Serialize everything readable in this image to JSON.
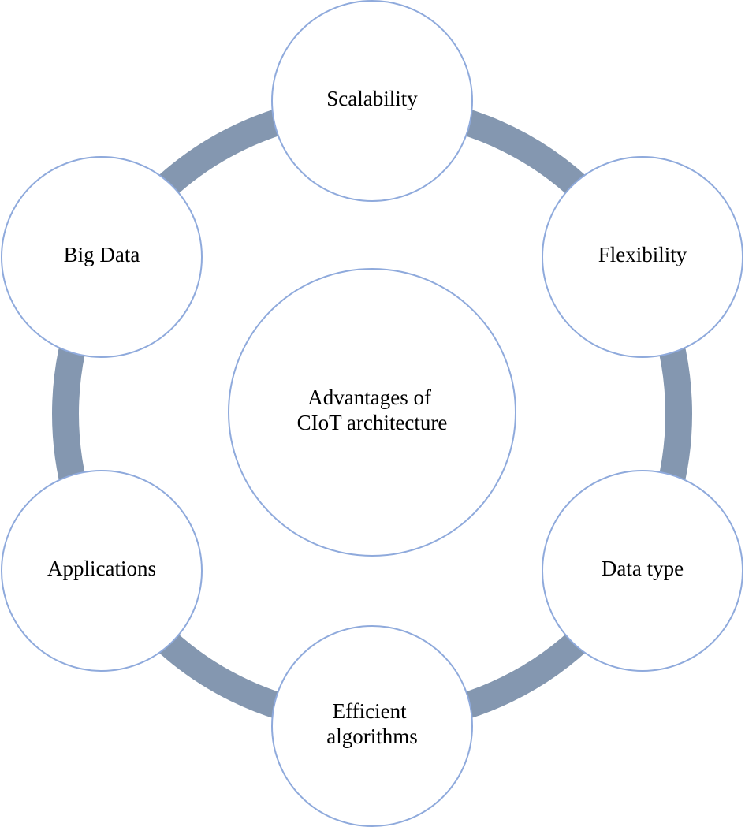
{
  "center": {
    "lines": [
      "Advantages  of",
      "CIoT architecture"
    ]
  },
  "nodes": [
    {
      "id": "scalability",
      "lines": [
        "Scalability"
      ]
    },
    {
      "id": "flexibility",
      "lines": [
        "Flexibility"
      ]
    },
    {
      "id": "data-type",
      "lines": [
        "Data type"
      ]
    },
    {
      "id": "efficient-algorithms",
      "lines": [
        "Efficient",
        "algorithms"
      ]
    },
    {
      "id": "applications",
      "lines": [
        "Applications"
      ]
    },
    {
      "id": "big-data",
      "lines": [
        "Big Data"
      ]
    }
  ],
  "colors": {
    "ring": "#8497b0",
    "node_outline": "#8faadc",
    "node_fill": "#ffffff",
    "text": "#000000"
  }
}
